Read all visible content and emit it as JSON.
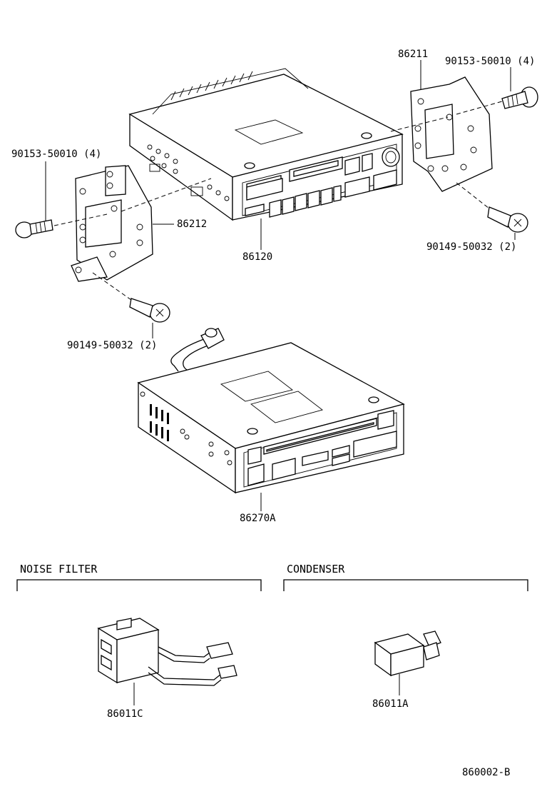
{
  "parts": {
    "bolt_left_top": "90153-50010 (4)",
    "bolt_right_top": "90153-50010 (4)",
    "bracket_right": "86211",
    "bracket_left": "86212",
    "radio_unit": "86120",
    "screw_right": "90149-50032 (2)",
    "screw_left": "90149-50032 (2)",
    "cd_unit": "86270A",
    "noise_filter_part": "86011C",
    "condenser_part": "86011A"
  },
  "sections": {
    "noise_filter": "NOISE FILTER",
    "condenser": "CONDENSER"
  },
  "figure_code": "860002-B"
}
